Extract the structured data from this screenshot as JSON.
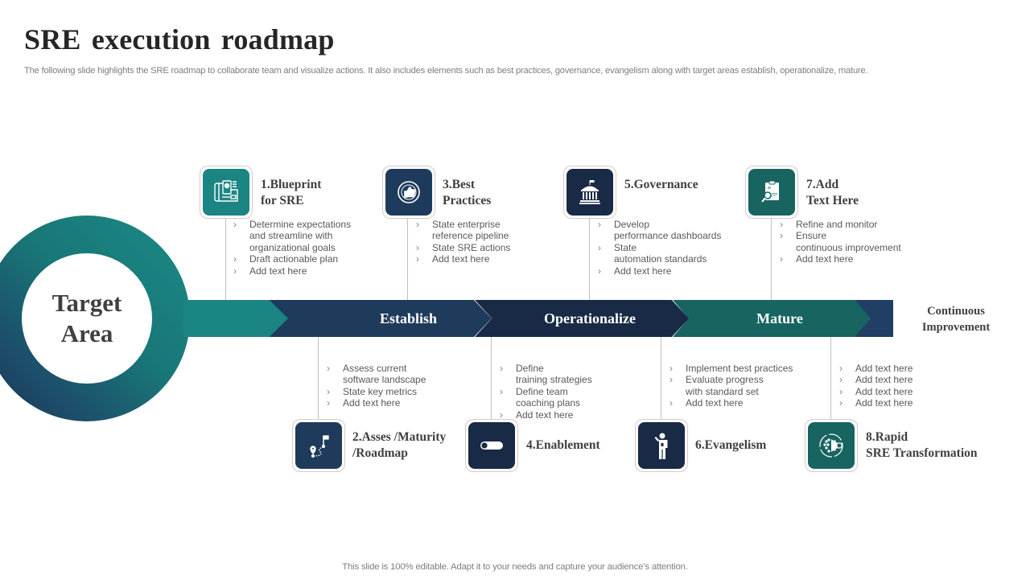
{
  "header": {
    "title": "SRE execution  roadmap",
    "subtitle": "The following slide highlights the SRE roadmap to collaborate team and visualize actions. It also includes elements such as best practices, governance, evangelism along with target areas establish, operationalize, mature."
  },
  "target": {
    "label": "Target Area"
  },
  "band": {
    "segments": [
      "Establish",
      "Operationalize",
      "Mature"
    ],
    "end_label": "Continuous Improvement"
  },
  "colors": {
    "teal": "#1b8583",
    "navy": "#1f3b5c",
    "dark_navy": "#182a45",
    "dark_teal": "#176461"
  },
  "steps": [
    {
      "title": "1.Blueprint\nfor SRE",
      "icon": "blueprint-icon",
      "bullets": [
        "Determine expectations\nand streamline with\norganizational goals",
        "Draft actionable plan",
        "Add text here"
      ]
    },
    {
      "title": "2.Asses /Maturity\n/Roadmap",
      "icon": "roadmap-pin-icon",
      "bullets": [
        "Assess current\nsoftware landscape",
        "State key metrics",
        "Add text here"
      ]
    },
    {
      "title": "3.Best\nPractices",
      "icon": "best-practice-badge-icon",
      "bullets": [
        "State enterprise\nreference pipeline",
        "State SRE actions",
        "Add text here"
      ]
    },
    {
      "title": "4.Enablement",
      "icon": "toggle-icon",
      "bullets": [
        "Define\ntraining strategies",
        "Define team\ncoaching plans",
        "Add text here"
      ]
    },
    {
      "title": "5.Governance",
      "icon": "government-building-icon",
      "bullets": [
        "Develop\nperformance dashboards",
        "State\nautomation standards",
        "Add text here"
      ]
    },
    {
      "title": "6.Evangelism",
      "icon": "presenter-icon",
      "bullets": [
        "Implement best practices",
        "Evaluate progress\nwith standard set",
        "Add text here"
      ]
    },
    {
      "title": "7.Add\nText Here",
      "icon": "clipboard-search-icon",
      "bullets": [
        "Refine and monitor",
        "Ensure\ncontinuous improvement",
        "Add text here"
      ]
    },
    {
      "title": "8.Rapid\nSRE Transformation",
      "icon": "gear-transformation-icon",
      "bullets": [
        "Add text here",
        "Add text here",
        "Add text here",
        "Add text here"
      ]
    }
  ],
  "footer": {
    "text": "This slide is 100% editable. Adapt it to your needs and capture your audience’s attention."
  }
}
